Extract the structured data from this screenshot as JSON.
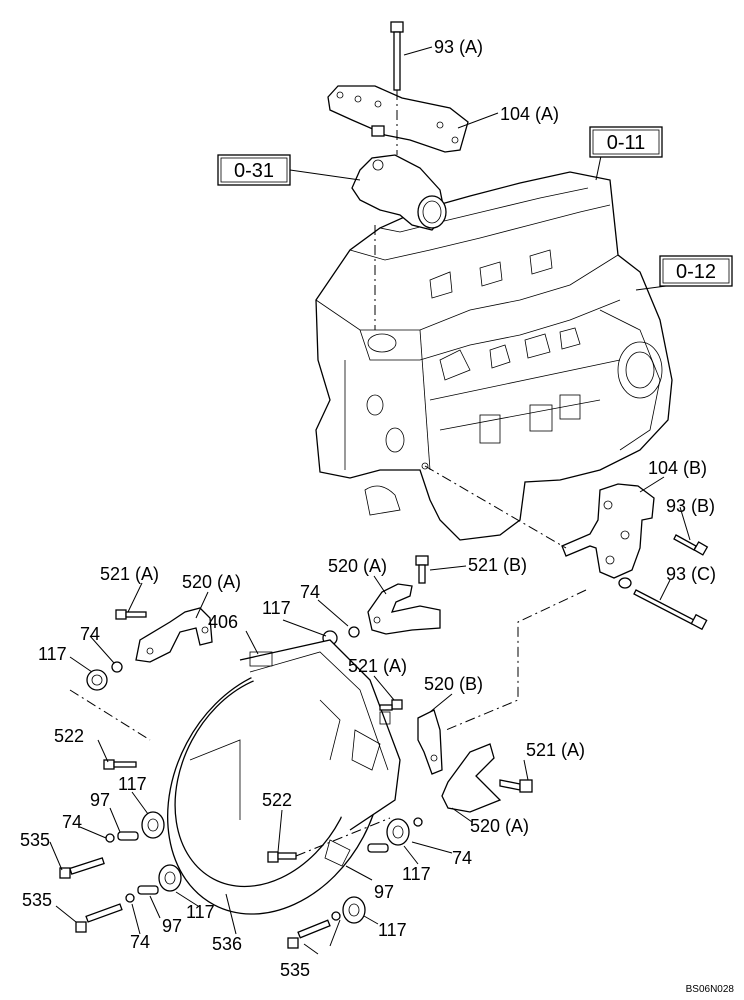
{
  "diagram": {
    "boxed_refs": [
      "0-31",
      "0-11",
      "0-12"
    ],
    "callouts": [
      "93 (A)",
      "104 (A)",
      "104 (B)",
      "93 (B)",
      "93 (C)",
      "521 (B)",
      "520 (A)",
      "521 (A)",
      "520 (A)",
      "117",
      "74",
      "406",
      "117",
      "74",
      "521 (A)",
      "520 (B)",
      "522",
      "521 (A)",
      "97",
      "117",
      "522",
      "535",
      "74",
      "520 (A)",
      "74",
      "117",
      "97",
      "535",
      "97",
      "117",
      "74",
      "536",
      "117",
      "535"
    ],
    "figure_code": "BS06N028"
  }
}
